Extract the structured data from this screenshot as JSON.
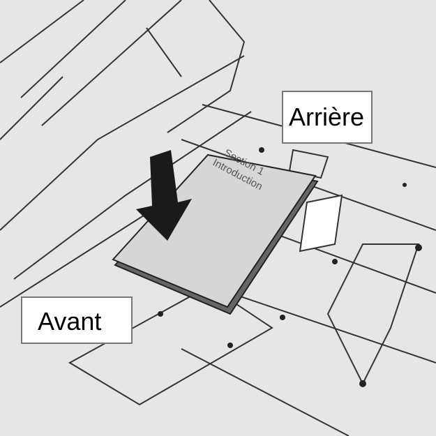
{
  "labels": {
    "rear": "Arrière",
    "front": "Avant"
  },
  "paper": {
    "line1": "Section 1",
    "line2": "Introduction"
  },
  "colors": {
    "background": "#e6e6e6",
    "line": "#333333",
    "arrow": "#1a1a1a"
  }
}
